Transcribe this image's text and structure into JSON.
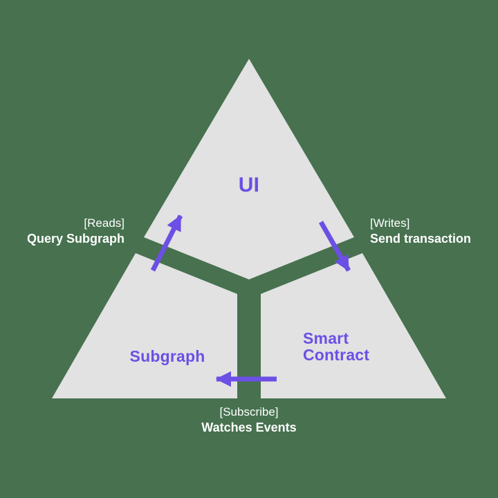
{
  "diagram": {
    "title": "Dapp architecture triangle (UI / Subgraph / Smart Contract)",
    "colors": {
      "background": "#47714F",
      "triangle_fill": "#E2E2E2",
      "accent_purple": "#6C4FE4",
      "label_text": "#FFFFFF"
    },
    "nodes": [
      {
        "id": "ui",
        "label": "UI"
      },
      {
        "id": "subgraph",
        "label": "Subgraph"
      },
      {
        "id": "smart-contract",
        "label": "Smart\nContract"
      }
    ],
    "edges": [
      {
        "id": "reads",
        "tag": "[Reads]",
        "action": "Query Subgraph",
        "from": "subgraph",
        "to": "ui",
        "direction": "up-right"
      },
      {
        "id": "writes",
        "tag": "[Writes]",
        "action": "Send transaction",
        "from": "ui",
        "to": "smart-contract",
        "direction": "down-right"
      },
      {
        "id": "subscribe",
        "tag": "[Subscribe]",
        "action": "Watches Events",
        "from": "smart-contract",
        "to": "subgraph",
        "direction": "left"
      }
    ]
  }
}
